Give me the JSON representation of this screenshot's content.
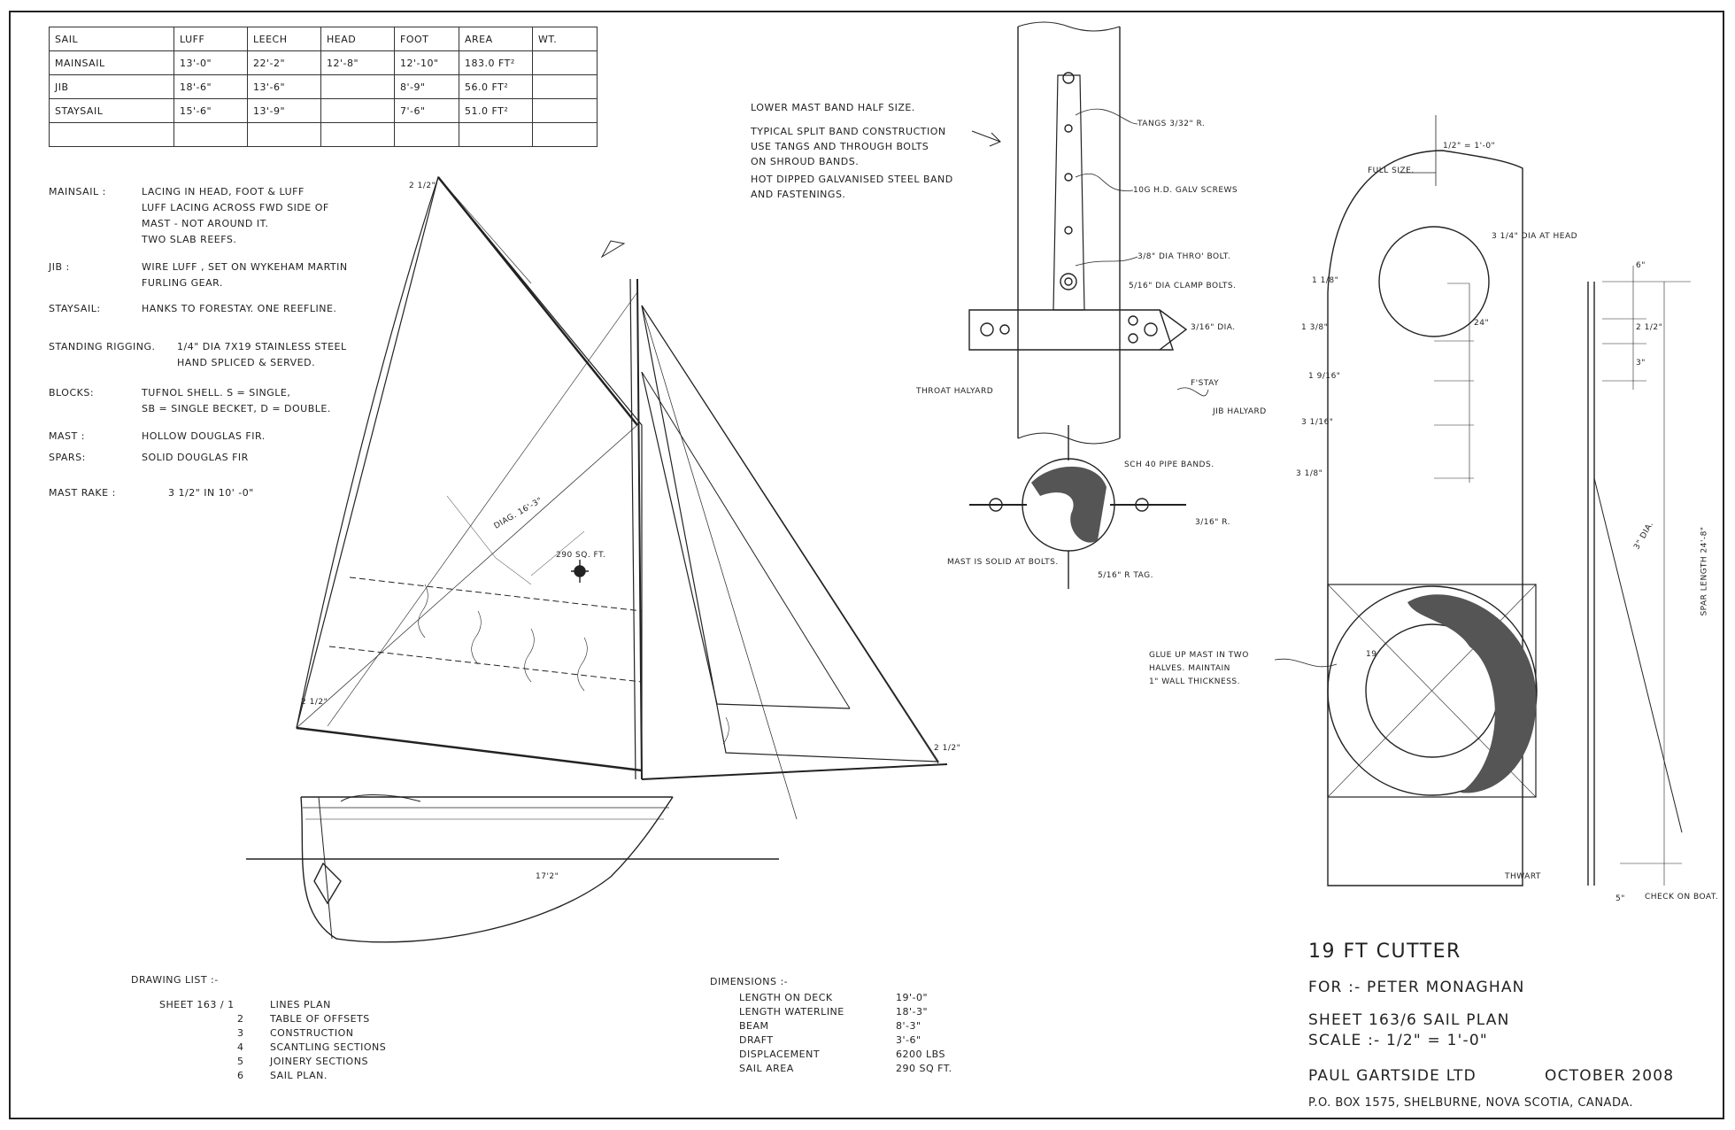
{
  "sail_table": {
    "headers": [
      "Sail",
      "Luff",
      "Leech",
      "Head",
      "Foot",
      "Area",
      "Wt."
    ],
    "rows": [
      [
        "Mainsail",
        "13'-0\"",
        "22'-2\"",
        "12'-8\"",
        "12'-10\"",
        "183.0 ft²",
        ""
      ],
      [
        "Jib",
        "18'-6\"",
        "13'-6\"",
        "",
        "8'-9\"",
        "56.0 ft²",
        ""
      ],
      [
        "Staysail",
        "15'-6\"",
        "13'-9\"",
        "",
        "7'-6\"",
        "51.0 ft²",
        ""
      ]
    ]
  },
  "notes": [
    {
      "label": "Mainsail :",
      "lines": [
        "Lacing in head, foot & luff",
        "luff lacing across fwd side of",
        "mast - not around it.",
        "Two slab reefs."
      ]
    },
    {
      "label": "Jib :",
      "lines": [
        "Wire luff , set on Wykeham Martin",
        "furling gear."
      ]
    },
    {
      "label": "Staysail:",
      "lines": [
        "Hanks to forestay. One reefline."
      ]
    },
    {
      "label": "Standing Rigging.",
      "lines": [
        "1/4\" dia 7x19 stainless steel",
        "hand spliced & served."
      ]
    },
    {
      "label": "Blocks:",
      "lines": [
        "Tufnol shell. S = single,",
        "SB = single becket, D = double."
      ]
    },
    {
      "label": "Mast :",
      "lines": [
        "Hollow Douglas fir."
      ]
    },
    {
      "label": "Spars:",
      "lines": [
        "Solid Douglas fir"
      ]
    },
    {
      "label": "Mast Rake :",
      "lines": [
        "3 1/2\" in 10' -0\""
      ]
    }
  ],
  "mast_band": {
    "title": "Lower mast band   Half size.",
    "desc": [
      "Typical split band construction",
      "use tangs and through bolts",
      "on shroud bands.",
      "Hot dipped galvanised steel band",
      "and fastenings."
    ],
    "callouts": {
      "tangs": "Tangs 3/32\" R.",
      "screws": "10g H.D. galv screws",
      "thru_bolt": "3/8\" dia thro' bolt.",
      "clamp_bolts": "5/16\" dia clamp bolts.",
      "dia": "3/16\" dia.",
      "fstay": "F'stay",
      "jib_halyard": "Jib halyard",
      "throat": "Throat halyard",
      "pipe_bands": "Sch 40 pipe bands.",
      "r": "3/16\" R.",
      "solid": "Mast is solid at bolts.",
      "tag": "5/16\" R tag."
    }
  },
  "mast_section": {
    "full_size": "Full size.",
    "scale": "1/2\" = 1'-0\"",
    "head_dia": "3 1/4\" dia at head",
    "dims": [
      "1 1/8\"",
      "1 3/8\"",
      "1 9/16\"",
      "3 1/16\"",
      "3 1/8\""
    ],
    "glue_note": [
      "Glue up mast in two",
      "halves. Maintain",
      "1\" wall thickness."
    ],
    "dim_19": "19",
    "spar_length": "Spar length  24'-8\"",
    "dia": "3\" dia.",
    "thwart": "Thwart",
    "check": "Check on boat.",
    "d6": "6\"",
    "d25": "2 1/2\"",
    "d3": "3\"",
    "d5": "5\"",
    "d24": "24\""
  },
  "sail_plan_labels": {
    "ce": "290 sq. ft.",
    "diag": "Diag. 16'-3\"",
    "lwl": "17'2\"",
    "peak": "2 1/2\"",
    "tack": "2 1/2\"",
    "clew": "2 1/2\""
  },
  "drawing_list": {
    "title": "Drawing list :-",
    "sheet": "Sheet 163 / 1",
    "items": [
      {
        "n": "1",
        "t": "Lines plan"
      },
      {
        "n": "2",
        "t": "Table of offsets"
      },
      {
        "n": "3",
        "t": "Construction"
      },
      {
        "n": "4",
        "t": "Scantling sections"
      },
      {
        "n": "5",
        "t": "Joinery sections"
      },
      {
        "n": "6",
        "t": "Sail plan."
      }
    ]
  },
  "dimensions": {
    "title": "Dimensions :-",
    "items": [
      {
        "k": "Length on deck",
        "v": "19'-0\""
      },
      {
        "k": "Length waterline",
        "v": "18'-3\""
      },
      {
        "k": "Beam",
        "v": "8'-3\""
      },
      {
        "k": "Draft",
        "v": "3'-6\""
      },
      {
        "k": "Displacement",
        "v": "6200 lbs"
      },
      {
        "k": "Sail area",
        "v": "290 sq ft."
      }
    ]
  },
  "title_block": {
    "name": "19 ft Cutter",
    "for": "For :- Peter Monaghan",
    "sheet": "Sheet  163/6  Sail plan",
    "scale": "Scale :- 1/2\" = 1'-0\"",
    "firm": "Paul Gartside Ltd",
    "date": "October 2008",
    "address": "P.O. Box 1575, Shelburne, Nova Scotia, Canada."
  }
}
